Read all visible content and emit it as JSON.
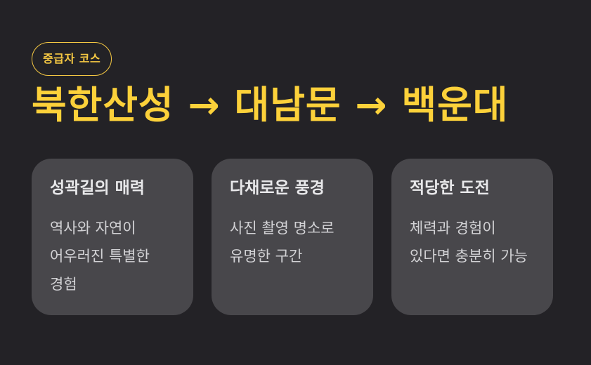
{
  "badge": "중급자 코스",
  "title": "북한산성 → 대남문 → 백운대",
  "cards": [
    {
      "title": "성곽길의 매력",
      "text": "역사와 자연이 어우러진 특별한 경험"
    },
    {
      "title": "다채로운 풍경",
      "text": "사진 촬영 명소로 유명한 구간"
    },
    {
      "title": "적당한 도전",
      "text": "체력과 경험이 있다면 충분히 가능"
    }
  ],
  "colors": {
    "background": "#232226",
    "accent": "#fcd13a",
    "card": "#48474b"
  }
}
